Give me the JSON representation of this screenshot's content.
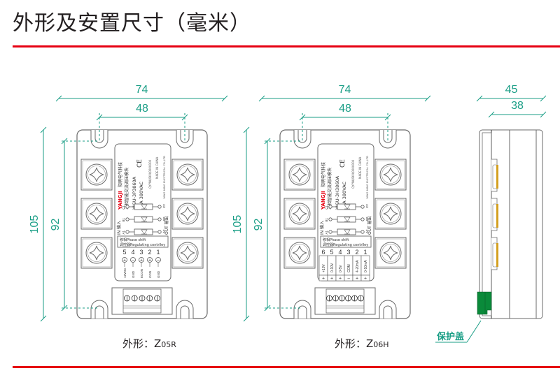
{
  "title": "外形及安置尺寸（毫米）",
  "colors": {
    "accent_red": "#e60012",
    "dimension_teal": "#1a9e86",
    "outline": "#555555",
    "protect_cover_green": "#0a8a3a",
    "terminal_gold": "#d4a020",
    "brand_red": "#e60012"
  },
  "views": [
    {
      "id": "z05r",
      "caption_prefix": "外形：",
      "caption_model": "Z",
      "caption_sub": "05R",
      "dims": {
        "width_outer": "74",
        "width_mount": "48",
        "height_outer": "105",
        "height_mount": "92"
      },
      "label": {
        "brand": "YANGJI",
        "company_cn": "阳明电气科技",
        "product_cn": "三相智能交流调压模块",
        "model": "YJGU-3P3860A",
        "rating": "60A 380VAC",
        "ce": "CE",
        "serial": "QYYNK/DXI/0000000",
        "made_in": "MADE IN CHINA",
        "company_en": "YANG MING ELECTRICAL CO.,LTD",
        "in_label": "IN 输入",
        "out_label": "OUT 输出",
        "in_terms": [
          "C1",
          "B1",
          "A1"
        ],
        "out_terms": [
          "C2",
          "B2",
          "A2"
        ],
        "phase_shift": "移相Phase shift",
        "regulating": "调控器Regulating contrlley"
      },
      "ctrl_terms": [
        {
          "num": "5",
          "sign": "+",
          "name": "12VDC"
        },
        {
          "num": "4",
          "sign": "−",
          "name": "GND"
        },
        {
          "num": "3",
          "sign": "+",
          "name": "ECON"
        },
        {
          "num": "2",
          "sign": "+",
          "name": "CON"
        },
        {
          "num": "1",
          "sign": "−",
          "name": "GND"
        }
      ],
      "connector_pins": 5
    },
    {
      "id": "z06h",
      "caption_prefix": "外形：",
      "caption_model": "Z",
      "caption_sub": "06H",
      "dims": {
        "width_outer": "74",
        "width_mount": "48",
        "height_outer": "105",
        "height_mount": "92"
      },
      "label": {
        "brand": "YANGJI",
        "company_cn": "阳明电气科技",
        "product_cn": "三相智能交流调压模块",
        "model": "YJGU-3H3860A",
        "rating": "60A 380VAC",
        "ce": "CE",
        "serial": "QYYNK/DXI/0000000",
        "made_in": "MADE IN CHINA",
        "company_en": "YANG MING ELECTRICAL CO.,LTD",
        "in_label": "IN 输入",
        "out_label": "OUT 输出",
        "in_terms": [
          "C1",
          "B1",
          "A1"
        ],
        "out_terms": [
          "C2",
          "B2",
          "A2"
        ],
        "phase_shift": "移相Phase shift",
        "regulating": "调控器Regulating contrlley"
      },
      "ctrl_terms": [
        {
          "num": "6",
          "sign": "+",
          "name": "+10V"
        },
        {
          "num": "5",
          "sign": "+",
          "name": "0-10V"
        },
        {
          "num": "4",
          "sign": "+",
          "name": "0-5V"
        },
        {
          "num": "3",
          "sign": "−",
          "name": "COM"
        },
        {
          "num": "2",
          "sign": "+",
          "name": "4-20mA"
        },
        {
          "num": "1",
          "sign": "+",
          "name": "0-10mA"
        }
      ],
      "connector_pins": 6
    }
  ],
  "side_view": {
    "dims": {
      "depth_outer": "45",
      "depth_body": "38"
    },
    "callout": "保护盖"
  }
}
